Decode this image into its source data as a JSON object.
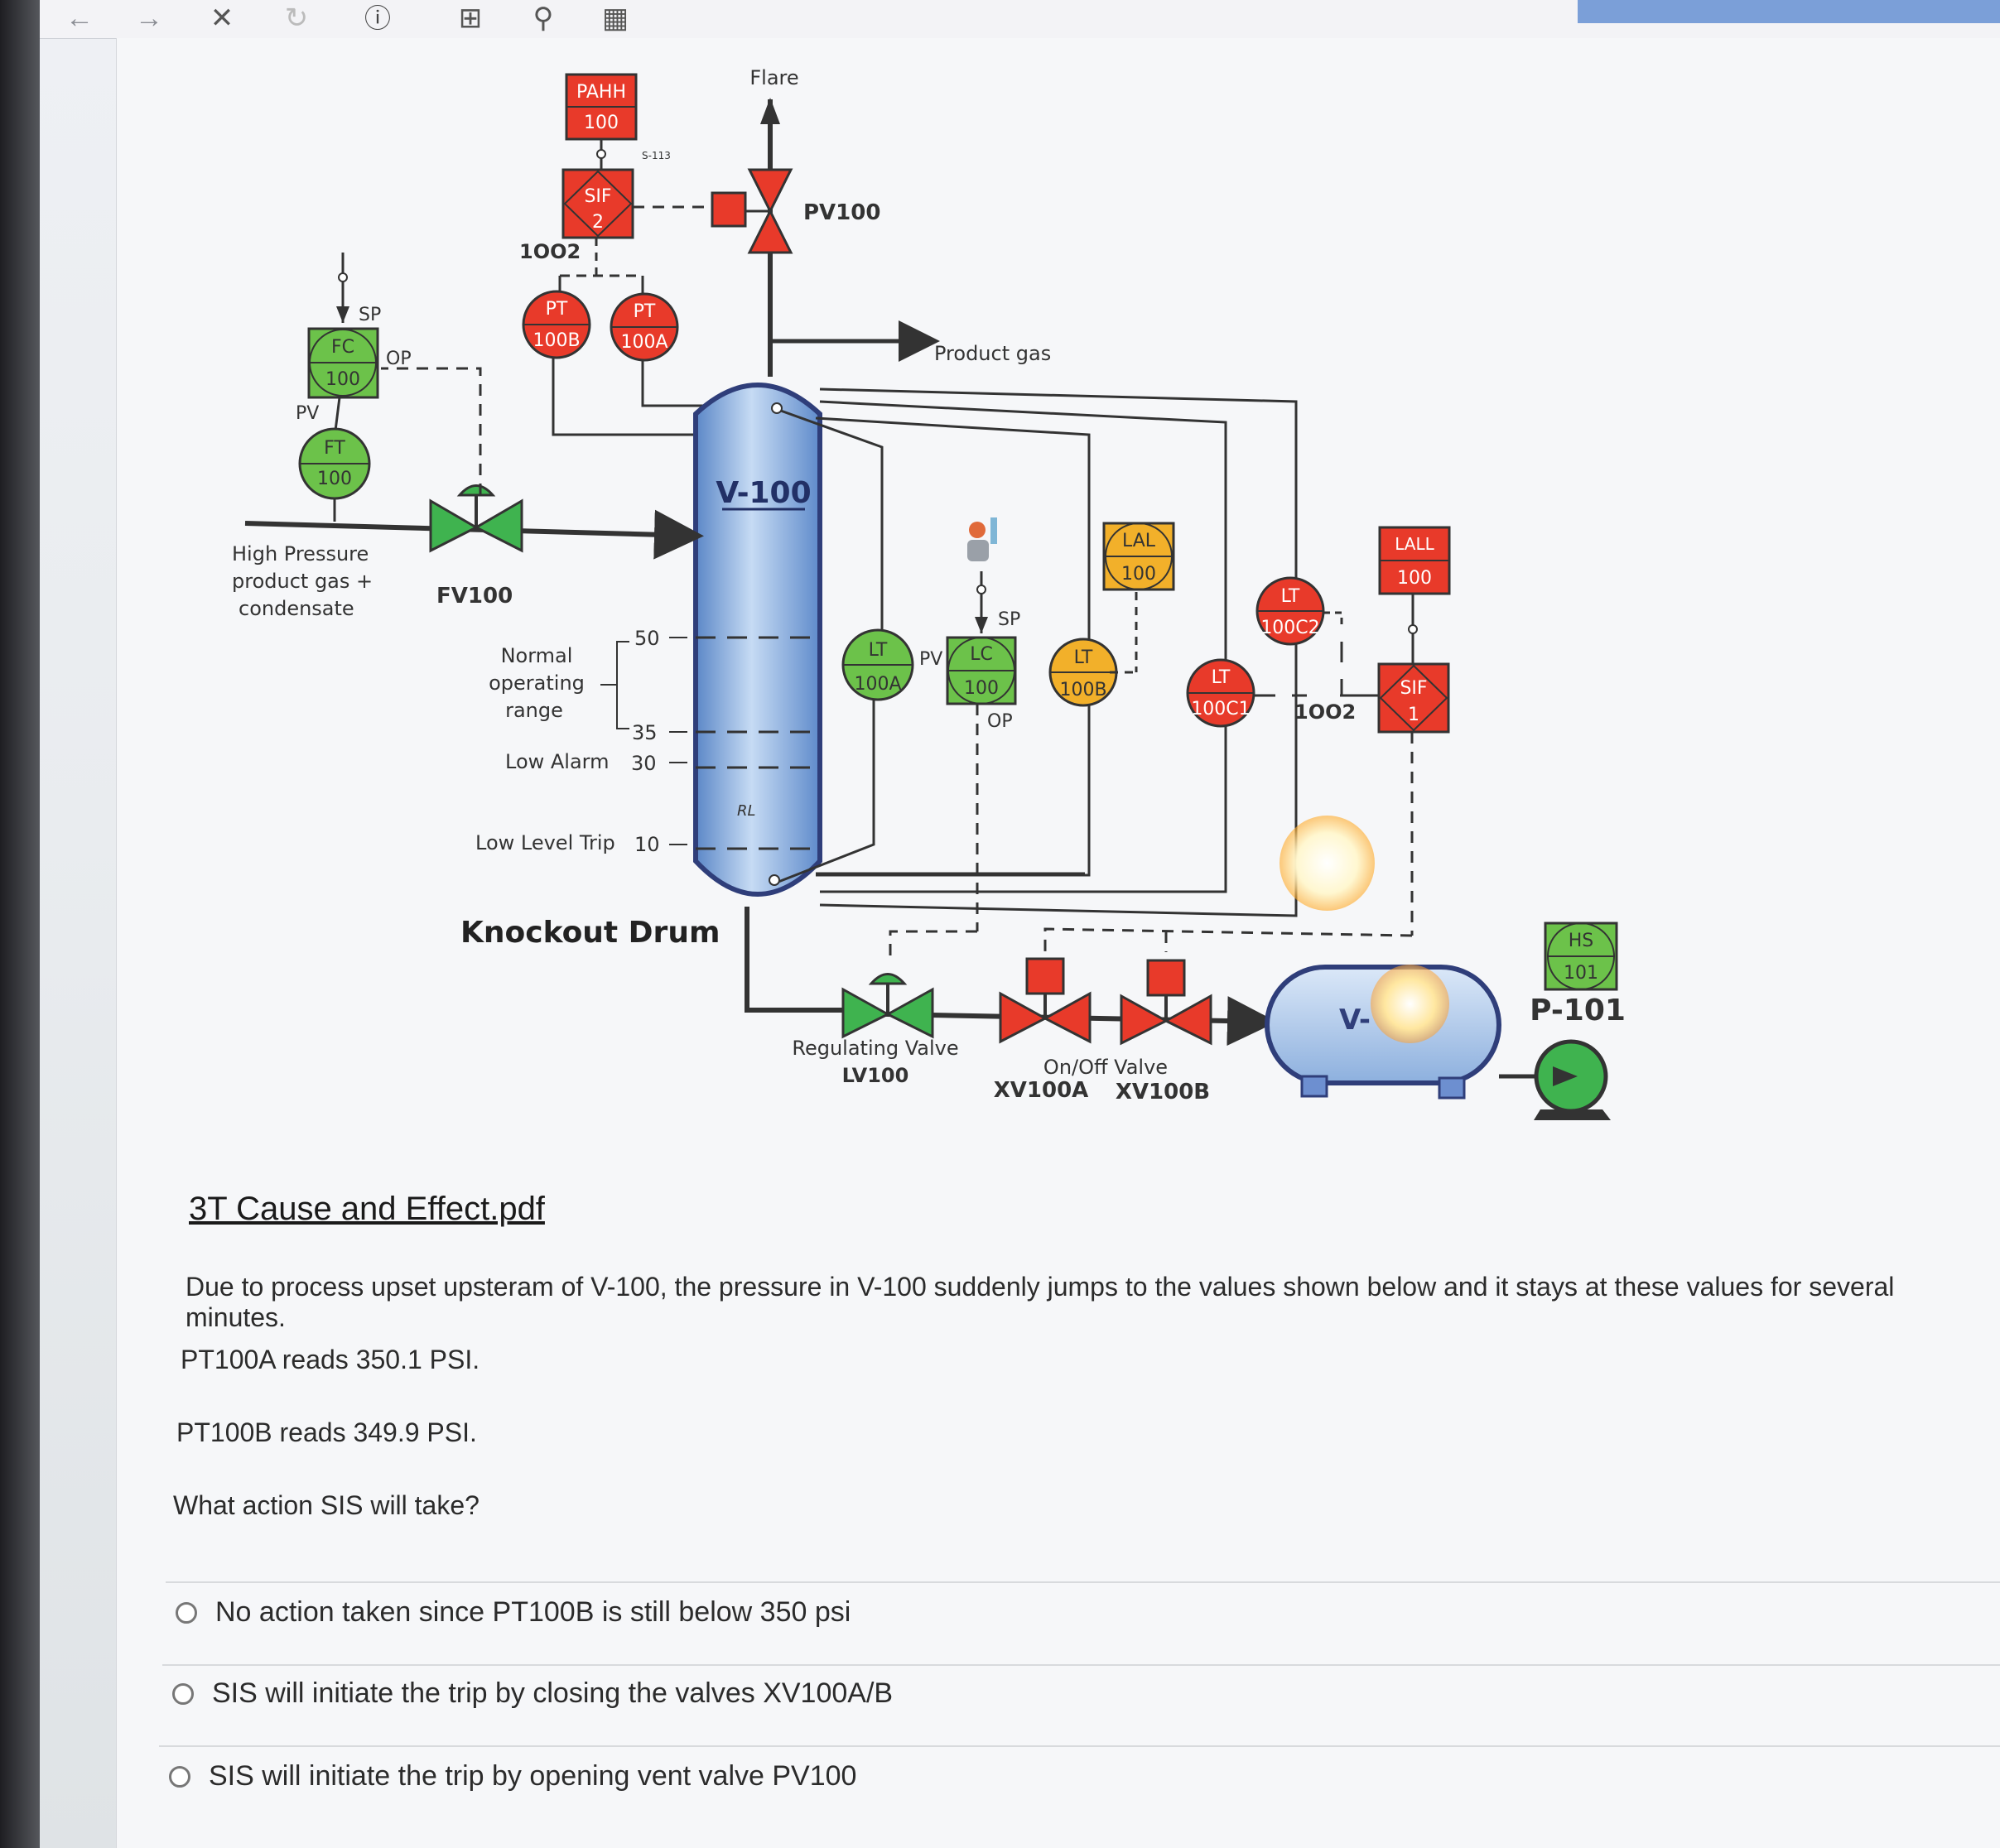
{
  "toolbar": {
    "icons": [
      "back-arrow-icon",
      "forward-arrow-icon",
      "close-icon",
      "refresh-icon",
      "info-icon",
      "add-page-icon",
      "search-icon",
      "calculator-icon"
    ]
  },
  "diagram": {
    "flare": "Flare",
    "pv100": "PV100",
    "product_gas": "Product gas",
    "vessel": "V-100",
    "knockout_drum": "Knockout Drum",
    "pahh_tag": "PAHH",
    "pahh_num": "100",
    "sif2_tag": "SIF",
    "sif2_num": "2",
    "sif2_note": "S-113",
    "vote_1oo2_top": "1OO2",
    "pt100b_tag": "PT",
    "pt100b_num": "100B",
    "pt100a_tag": "PT",
    "pt100a_num": "100A",
    "fc_tag": "FC",
    "fc_num": "100",
    "ft_tag": "FT",
    "ft_num": "100",
    "sp": "SP",
    "op": "OP",
    "pv": "PV",
    "fv100": "FV100",
    "inlet_line1": "High Pressure",
    "inlet_line2": "product gas +",
    "inlet_line3": "condensate",
    "normal_line1": "Normal",
    "normal_line2": "operating",
    "normal_line3": "range",
    "low_alarm": "Low Alarm",
    "low_level_trip": "Low Level Trip",
    "level_50": "50",
    "level_35": "35",
    "level_30": "30",
    "level_10": "10",
    "rl": "RL",
    "lt100a_tag": "LT",
    "lt100a_num": "100A",
    "lc_tag": "LC",
    "lc_num": "100",
    "lt100b_tag": "LT",
    "lt100b_num": "100B",
    "lal_tag": "LAL",
    "lal_num": "100",
    "lt100c1_tag": "LT",
    "lt100c1_num": "100C1",
    "lt100c2_tag": "LT",
    "lt100c2_num": "100C2",
    "lall_tag": "LALL",
    "lall_num": "100",
    "sif1_tag": "SIF",
    "sif1_num": "1",
    "vote_1oo2_right": "1OO2",
    "hs_tag": "HS",
    "hs_num": "101",
    "p101": "P-101",
    "v_tank": "V-",
    "regulating_valve": "Regulating Valve",
    "lv100": "LV100",
    "onoff_valve": "On/Off Valve",
    "xv100a": "XV100A",
    "xv100b": "XV100B"
  },
  "content": {
    "file_link": "3T Cause and Effect.pdf",
    "question": "Due to process upset upsteram of V-100, the pressure in V-100 suddenly jumps to the values shown below and it stays at these values for several minutes.",
    "pt100a_reading": "PT100A  reads 350.1 PSI.",
    "pt100b_reading": "PT100B reads 349.9 PSI.",
    "prompt": "What action SIS will take?",
    "options": [
      "No action taken since PT100B is still below 350 psi",
      "SIS will initiate the trip by closing the valves XV100A/B",
      "SIS will initiate the trip by opening vent valve PV100"
    ]
  },
  "colors": {
    "alarm_red": "#e83a2a",
    "control_green": "#6cc24a",
    "alarm_amber": "#f2b02a",
    "vessel_blue": "#7fa6d9"
  }
}
